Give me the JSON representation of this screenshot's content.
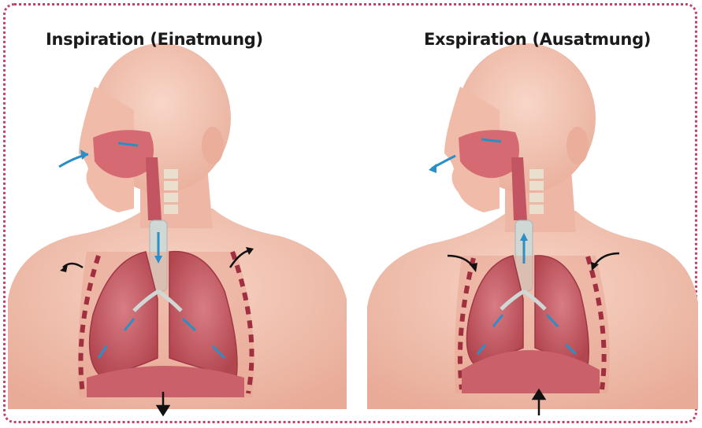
{
  "panels": [
    {
      "id": "inspiration",
      "title": "Inspiration (Einatmung)",
      "airflow": "in",
      "diaphragm_arrow": "down",
      "rib_arrows": "outward"
    },
    {
      "id": "exspiration",
      "title": "Exspiration (Ausatmung)",
      "airflow": "out",
      "diaphragm_arrow": "up",
      "rib_arrows": "inward"
    }
  ],
  "colors": {
    "border": "#c0436a",
    "skin": "#f3c3b2",
    "skin_shadow": "#e3a593",
    "lung": "#c9606a",
    "lung_dark": "#9e3846",
    "airway": "#cfd8d4",
    "air_arrow": "#2b8fc6",
    "black_arrow": "#111111",
    "rib": "#a03040"
  },
  "icons": {
    "air_flow": "blue-arrow-icon",
    "movement": "black-arrow-icon"
  }
}
